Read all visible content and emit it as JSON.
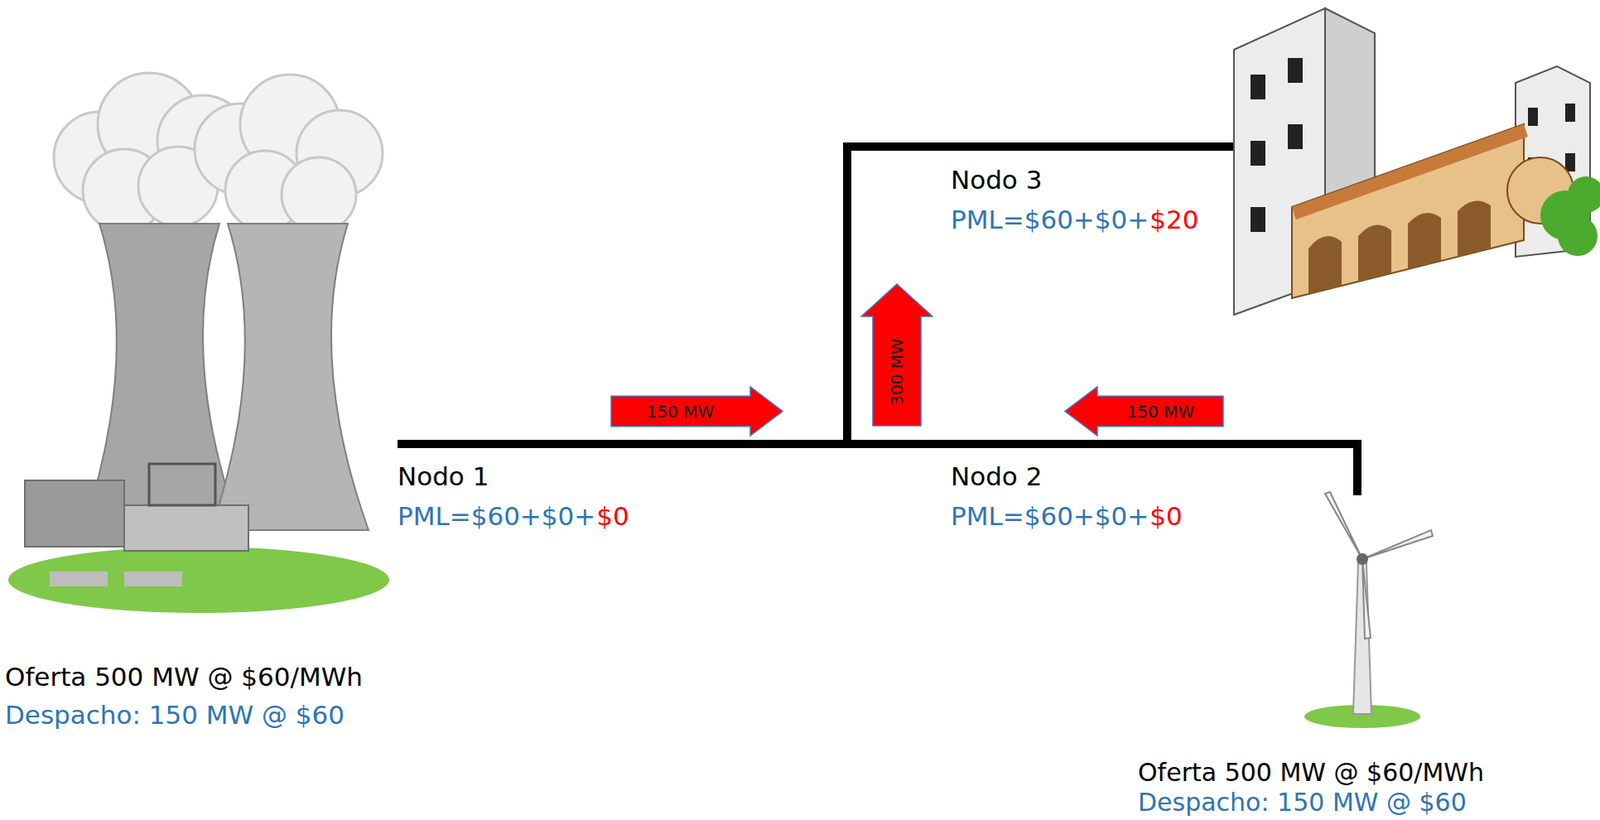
{
  "diagram": {
    "nodes": [
      {
        "text": [
          "150 MW"
        ]
      },
      {
        "text": [
          "300 MW"
        ]
      },
      {
        "text": [
          "150 MW"
        ]
      }
    ],
    "labels": [
      "Nodo 3",
      "PML=$60+$0+",
      "$20",
      "Nodo 1",
      "PML=$60+$0+",
      "$0",
      "Nodo 2",
      "PML=$60+$0+",
      "$0",
      "Oferta 500 MW @ $60/MWh",
      "Despacho: 150 MW @ $60",
      "Oferta 500 MW @ $60/MWh",
      "Despacho: 150 MW @ $60"
    ]
  }
}
